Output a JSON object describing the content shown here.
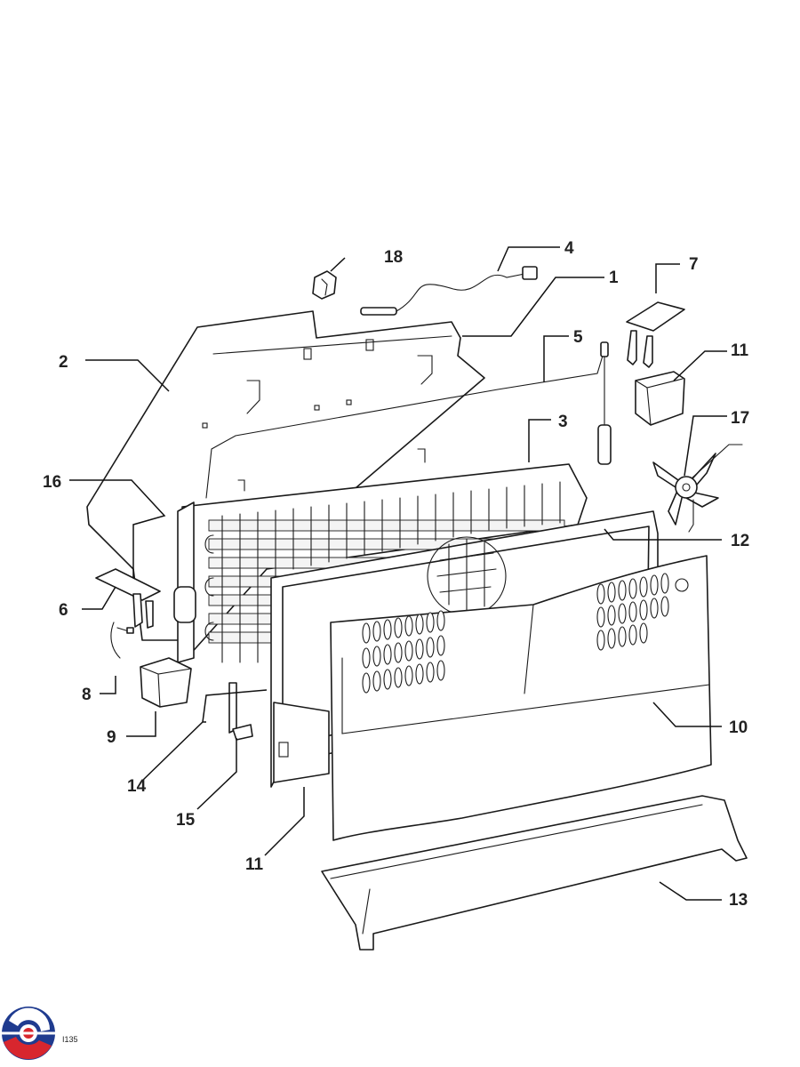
{
  "callouts": [
    {
      "id": "c1",
      "label": "1"
    },
    {
      "id": "c2",
      "label": "2"
    },
    {
      "id": "c3",
      "label": "3"
    },
    {
      "id": "c4",
      "label": "4"
    },
    {
      "id": "c5",
      "label": "5"
    },
    {
      "id": "c6",
      "label": "6"
    },
    {
      "id": "c7",
      "label": "7"
    },
    {
      "id": "c8",
      "label": "8"
    },
    {
      "id": "c9",
      "label": "9"
    },
    {
      "id": "c10",
      "label": "10"
    },
    {
      "id": "c11a",
      "label": "11"
    },
    {
      "id": "c11b",
      "label": "11"
    },
    {
      "id": "c12",
      "label": "12"
    },
    {
      "id": "c13",
      "label": "13"
    },
    {
      "id": "c14",
      "label": "14"
    },
    {
      "id": "c15",
      "label": "15"
    },
    {
      "id": "c16",
      "label": "16"
    },
    {
      "id": "c17",
      "label": "17"
    },
    {
      "id": "c18",
      "label": "18"
    }
  ],
  "page_code": "I135",
  "logo": {
    "name": "brand-swirl-logo",
    "colors": {
      "blue": "#1f3b8f",
      "red": "#d8262e"
    }
  }
}
